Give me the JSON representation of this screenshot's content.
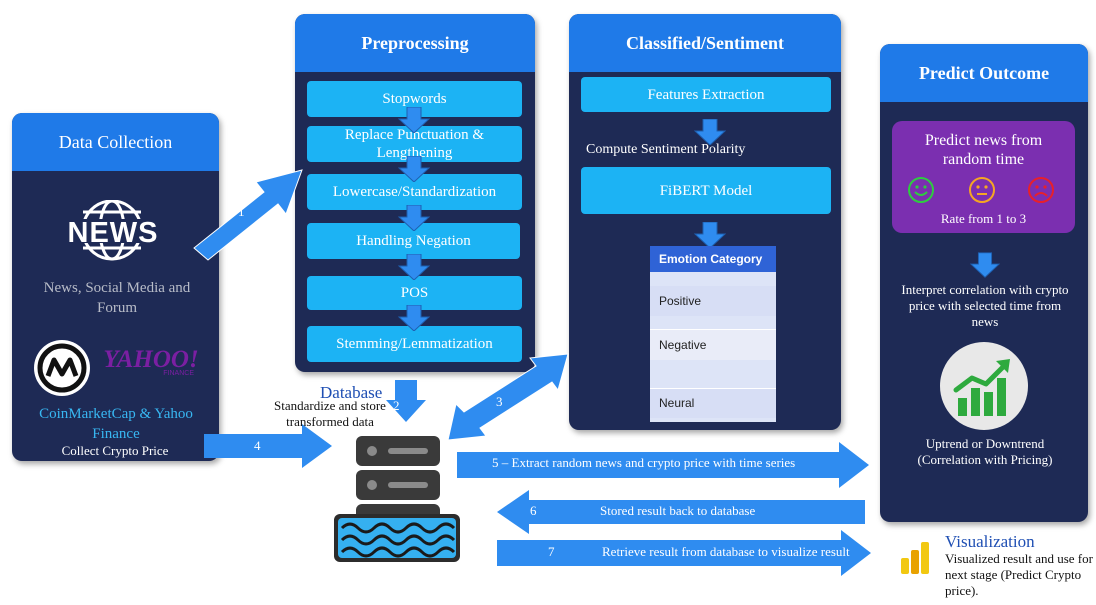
{
  "colors": {
    "panel": "#1e2a55",
    "header": "#1f7ae8",
    "step": "#1cb3f4",
    "arrow": "#2f8cf0",
    "purple": "#7b2fb0"
  },
  "data_collection": {
    "title": "Data Collection",
    "news_logo": "NEWS",
    "news_desc": "News, Social Media and Forum",
    "yahoo_logo": "YAHOO!",
    "yahoo_sub": "FINANCE",
    "price_source": "CoinMarketCap & Yahoo Finance",
    "price_task": "Collect Crypto Price"
  },
  "preprocessing": {
    "title": "Preprocessing",
    "steps": [
      "Stopwords",
      "Replace Punctuation & Lengthening",
      "Lowercase/Standardization",
      "Handling Negation",
      "POS",
      "Stemming/Lemmatization"
    ]
  },
  "classified": {
    "title": "Classified/Sentiment",
    "features": "Features Extraction",
    "polarity": "Compute Sentiment Polarity",
    "model": "FiBERT Model",
    "table_header": "Emotion Category",
    "categories": [
      "Positive",
      "Negative",
      "Neural"
    ]
  },
  "predict": {
    "title": "Predict Outcome",
    "box_title": "Predict news from random time",
    "rate": "Rate from 1 to 3",
    "interpret": "Interpret correlation with crypto price with selected time from news",
    "trend": "Uptrend or Downtrend (Correlation with Pricing)"
  },
  "database": {
    "title": "Database",
    "desc": "Standardize and store transformed data"
  },
  "arrows": {
    "a1": "1",
    "a2": "2",
    "a3": "3",
    "a4": "4",
    "a5": "5 – Extract random news and crypto price with time series",
    "a6_num": "6",
    "a6_text": "Stored result back to database",
    "a7_num": "7",
    "a7_text": "Retrieve result from database to visualize result"
  },
  "visualization": {
    "title": "Visualization",
    "desc": "Visualized result and use for next stage (Predict Crypto price)."
  }
}
